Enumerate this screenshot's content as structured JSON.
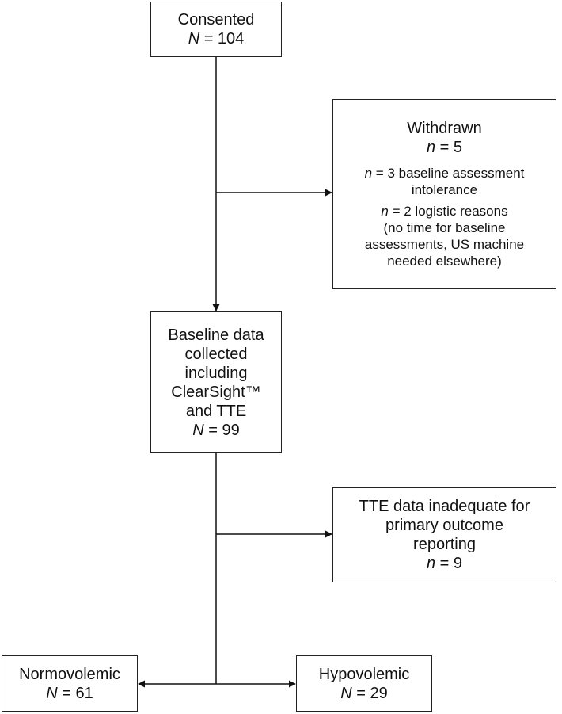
{
  "consented": {
    "label": "Consented",
    "n_symbol": "N",
    "n_text": " = 104"
  },
  "withdrawn": {
    "title": "Withdrawn",
    "n_symbol": "n",
    "n_text": " = 5",
    "reason1_symbol": "n",
    "reason1_line1": " = 3 baseline assessment",
    "reason1_line2": "intolerance",
    "reason2_symbol": "n",
    "reason2_line1": " = 2 logistic reasons",
    "reason2_line2": "(no time for baseline",
    "reason2_line3": "assessments, US machine",
    "reason2_line4": "needed elsewhere)"
  },
  "baseline": {
    "line1": "Baseline data",
    "line2": "collected",
    "line3": "including",
    "line4": "ClearSight™",
    "line5": "and TTE",
    "n_symbol": "N",
    "n_text": " = 99"
  },
  "tte_inadequate": {
    "line1": "TTE data inadequate for",
    "line2": "primary outcome",
    "line3": "reporting",
    "n_symbol": "n",
    "n_text": " = 9"
  },
  "normovolemic": {
    "label": "Normovolemic",
    "n_symbol": "N",
    "n_text": " = 61"
  },
  "hypovolemic": {
    "label": "Hypovolemic",
    "n_symbol": "N",
    "n_text": " = 29"
  }
}
